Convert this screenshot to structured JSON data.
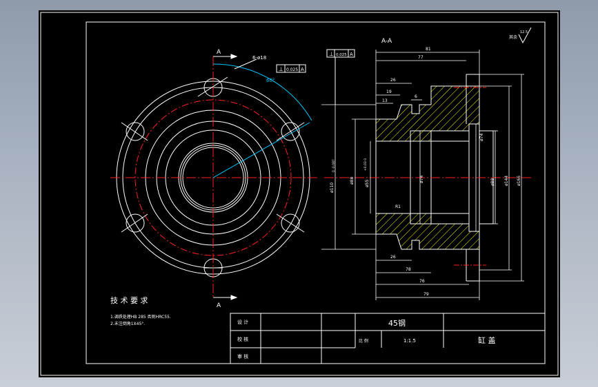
{
  "colors": {
    "background": "#000000",
    "line": "#ffffff",
    "centerline": "#ff2020",
    "hatch": "#ffff00",
    "accent": "#00c8ff"
  },
  "view_a": {
    "section_mark_top": "A",
    "section_mark_bottom": "A",
    "hole_callout": "6-ø18",
    "angle": "60°",
    "tolerance_symbol": "⊥",
    "tolerance_value": "0.025",
    "tolerance_datum": "A"
  },
  "view_b": {
    "title": "A-A",
    "tolerance_symbol": "⊥",
    "tolerance_value": "0.025",
    "tolerance_datum": "A",
    "roughness_value": "12.5",
    "roughness_prefix": "其余",
    "dims": {
      "d81": "81",
      "d77": "77",
      "d26": "26",
      "d19": "19",
      "d13": "13",
      "d6": "6",
      "dbottom26": "26",
      "dbottom78": "78",
      "dbottom76": "76",
      "dbottom79": "79",
      "phi110": "ø110",
      "phi110_tol": "0  -0.087",
      "phi88": "ø88",
      "phi55": "ø55",
      "phi55_tol": "+0.03  0",
      "phi74": "ø74",
      "phi74b": "ø74",
      "phi88b": "ø88",
      "phi144": "ø144",
      "phi165": "ø165",
      "r1": "R1"
    }
  },
  "notes": {
    "title": "技 术 要 求",
    "line1": "1.调质处理HB 285 否则HRC55.",
    "line2": "2.未注倒角1X45°."
  },
  "titleblock": {
    "design": "设 计",
    "check": "校 核",
    "review": "审 核",
    "material": "45钢",
    "scale_label": "比 例",
    "scale_value": "1:1.5",
    "part_name": "缸   盖"
  }
}
